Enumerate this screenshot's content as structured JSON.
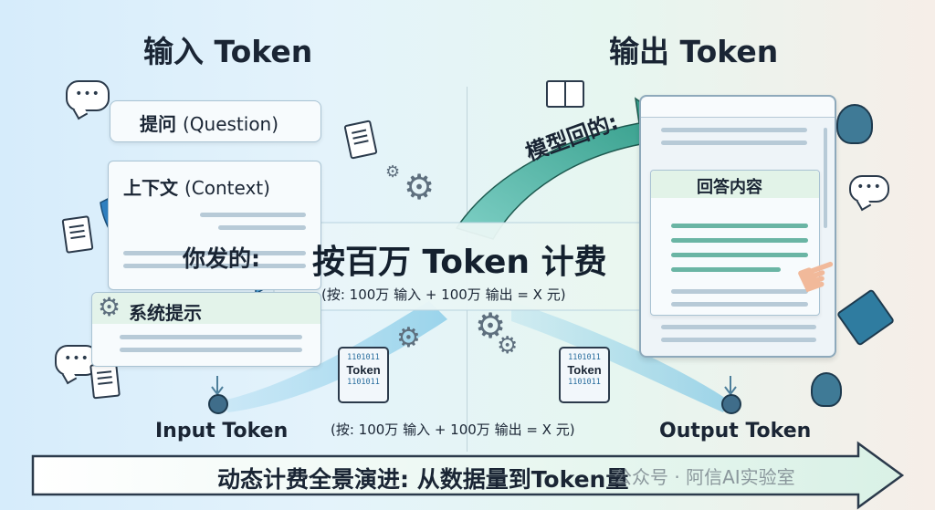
{
  "headings": {
    "input": "输入 Token",
    "output": "输出 Token"
  },
  "input_cards": {
    "question": {
      "label_cn": "提问",
      "label_en": "(Question)"
    },
    "context": {
      "label_cn": "上下文",
      "label_en": "(Context)"
    },
    "system": {
      "label_cn": "系统提示"
    }
  },
  "arrows": {
    "you_send": "你发的:",
    "model_returns": "模型回的:"
  },
  "center": {
    "title": "按百万 Token 计费",
    "formula_top": "(按: 100万 输入 + 100万 输出 = X 元)",
    "formula_bottom": "(按: 100万 输入 + 100万 输出 = X 元)"
  },
  "token_chip": {
    "bits": "1101011",
    "label": "Token"
  },
  "output_panel": {
    "answer_title": "回答内容"
  },
  "bottom_labels": {
    "input": "Input Token",
    "output": "Output Token"
  },
  "banner": {
    "text": "动态计费全景演进: 从数据量到Token量"
  },
  "watermark": {
    "text": "公众号 · 阿信AI实验室"
  },
  "colors": {
    "arrow_blue": "#3f8fc9",
    "arrow_teal": "#5cbfa8",
    "card_border": "#a9c3d3"
  }
}
